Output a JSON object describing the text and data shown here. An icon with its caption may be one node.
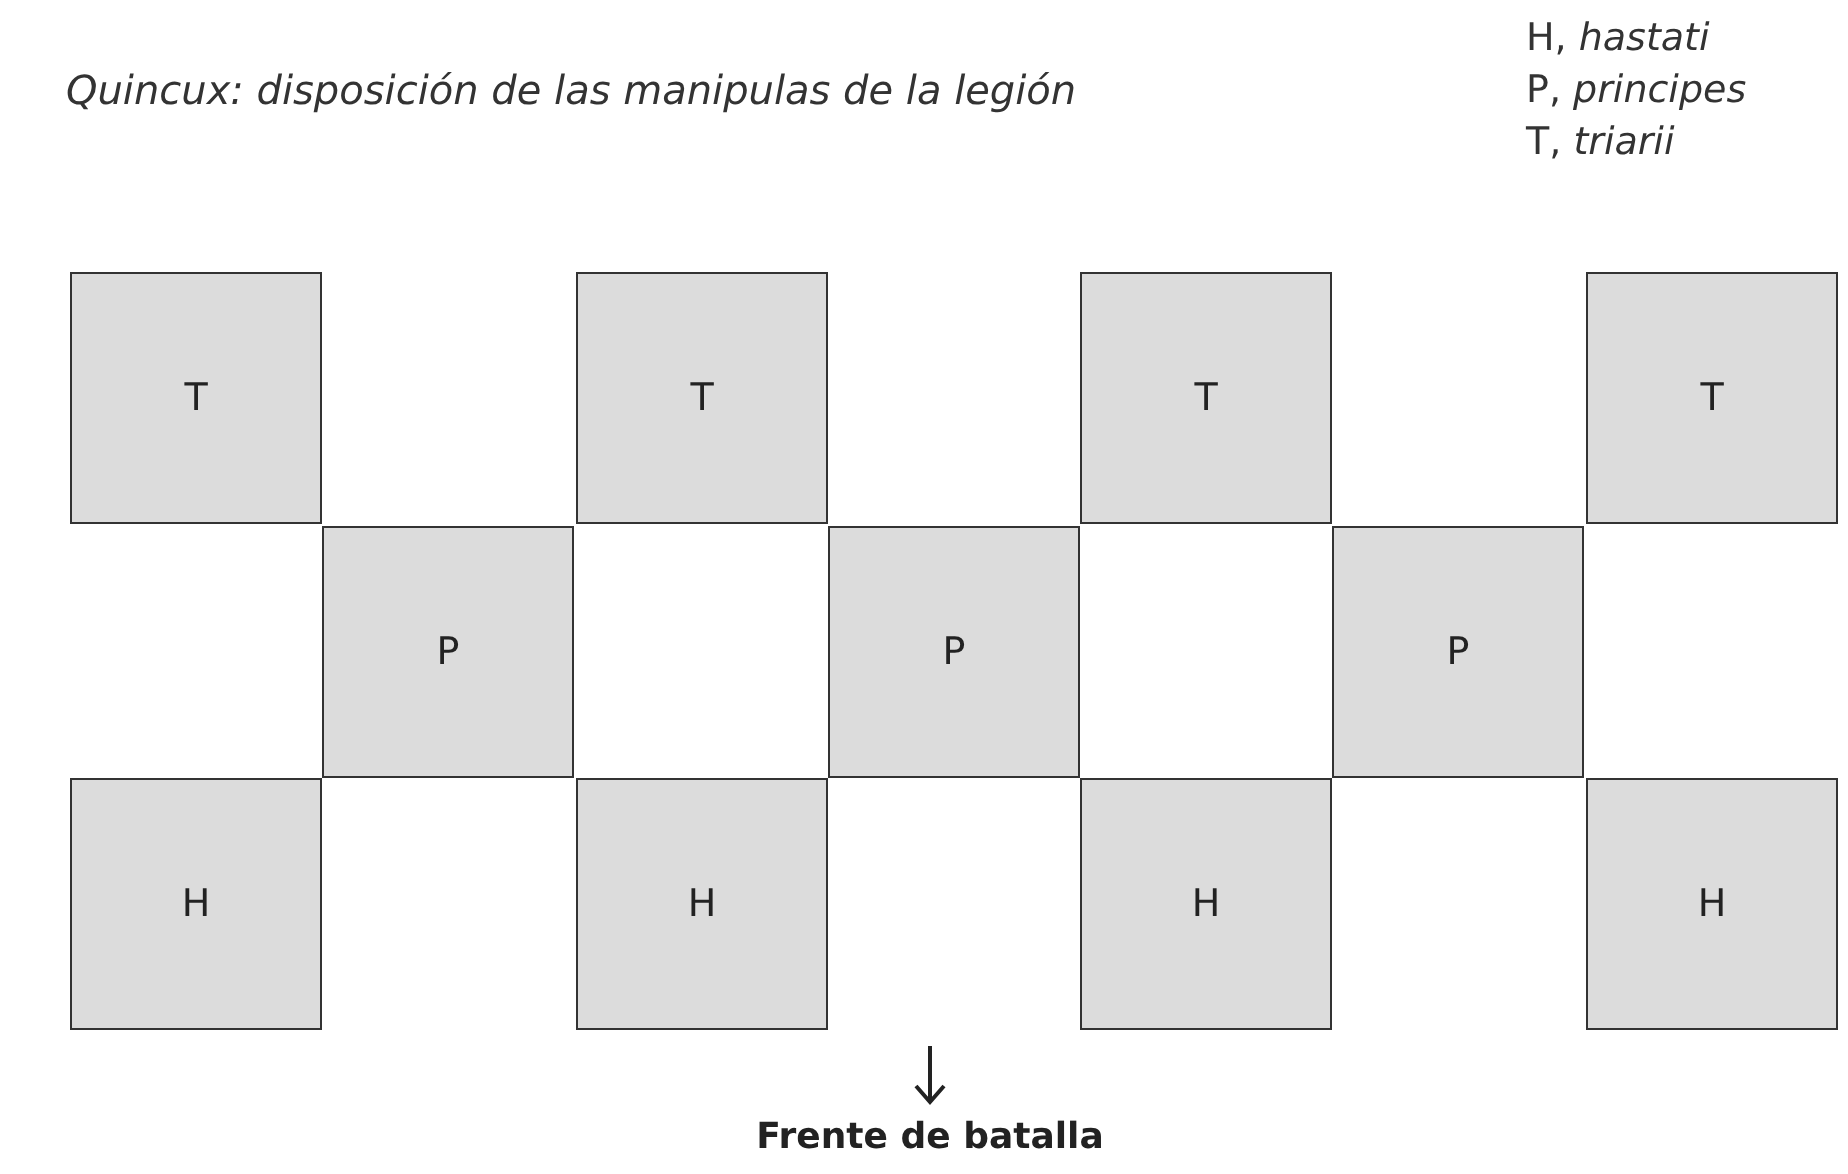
{
  "diagram": {
    "title": "Quincux: disposición de las manipulas de la legión",
    "nodes": [
      {
        "text": [
          "T"
        ]
      },
      {
        "text": [
          "T"
        ]
      },
      {
        "text": [
          "T"
        ]
      },
      {
        "text": [
          "T"
        ]
      },
      {
        "text": [
          "P"
        ]
      },
      {
        "text": [
          "P"
        ]
      },
      {
        "text": [
          "P"
        ]
      },
      {
        "text": [
          "H"
        ]
      },
      {
        "text": [
          "H"
        ]
      },
      {
        "text": [
          "H"
        ]
      },
      {
        "text": [
          "H"
        ]
      }
    ],
    "edges": [],
    "labels": [
      "H, *hastati*",
      "P, *principes*",
      "T, *triarii*",
      "Frente de batalla"
    ]
  }
}
